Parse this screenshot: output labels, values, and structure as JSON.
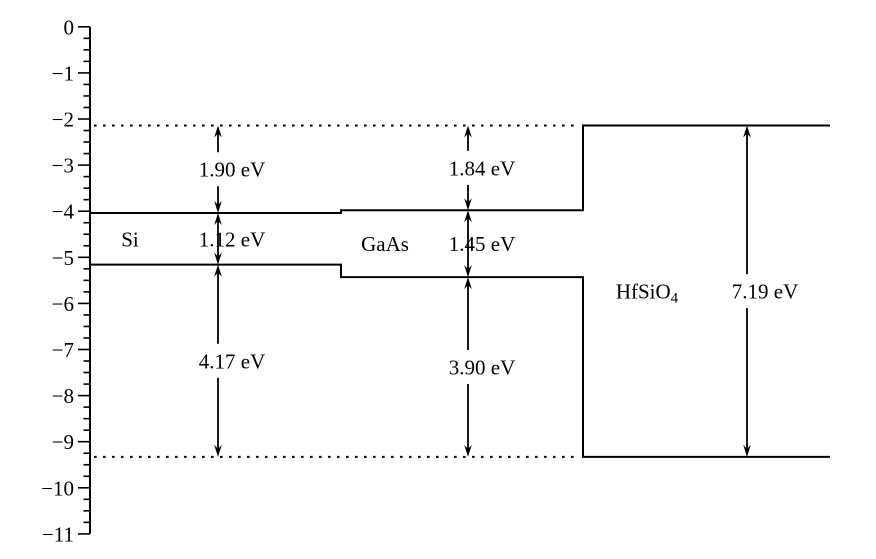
{
  "page": {
    "background": "#ffffff"
  },
  "chart_data": {
    "type": "band-alignment-diagram",
    "title": "",
    "ylabel": "",
    "unit": "eV",
    "ink_color": "#000000",
    "y_axis": {
      "min": -11,
      "max": 0,
      "major_tick_step": 1,
      "minor_tick_step": 0.25,
      "tick_labels": [
        "0",
        "−1",
        "−2",
        "−3",
        "−4",
        "−5",
        "−6",
        "−7",
        "−8",
        "−9",
        "−10",
        "−11"
      ]
    },
    "dotted_reference_levels": [
      {
        "name": "oxide-conduction-band-level",
        "energy_ev": -2.14
      },
      {
        "name": "oxide-valence-band-level",
        "energy_ev": -9.33
      }
    ],
    "materials": [
      {
        "name": "Si",
        "label": "Si",
        "conduction_band_ev": -4.04,
        "valence_band_ev": -5.16,
        "band_gap_ev": 1.12,
        "gap_label": "1.12 eV",
        "conduction_offset_ev": 1.9,
        "conduction_offset_label": "1.90 eV",
        "valence_offset_ev": 4.17,
        "valence_offset_label": "4.17 eV"
      },
      {
        "name": "GaAs",
        "label": "GaAs",
        "conduction_band_ev": -3.98,
        "valence_band_ev": -5.43,
        "band_gap_ev": 1.45,
        "gap_label": "1.45 eV",
        "conduction_offset_ev": 1.84,
        "conduction_offset_label": "1.84 eV",
        "valence_offset_ev": 3.9,
        "valence_offset_label": "3.90 eV"
      },
      {
        "name": "HfSiO4",
        "label_base": "HfSiO",
        "label_sub": "4",
        "conduction_band_ev": -2.14,
        "valence_band_ev": -9.33,
        "band_gap_ev": 7.19,
        "gap_label": "7.19 eV"
      }
    ]
  }
}
